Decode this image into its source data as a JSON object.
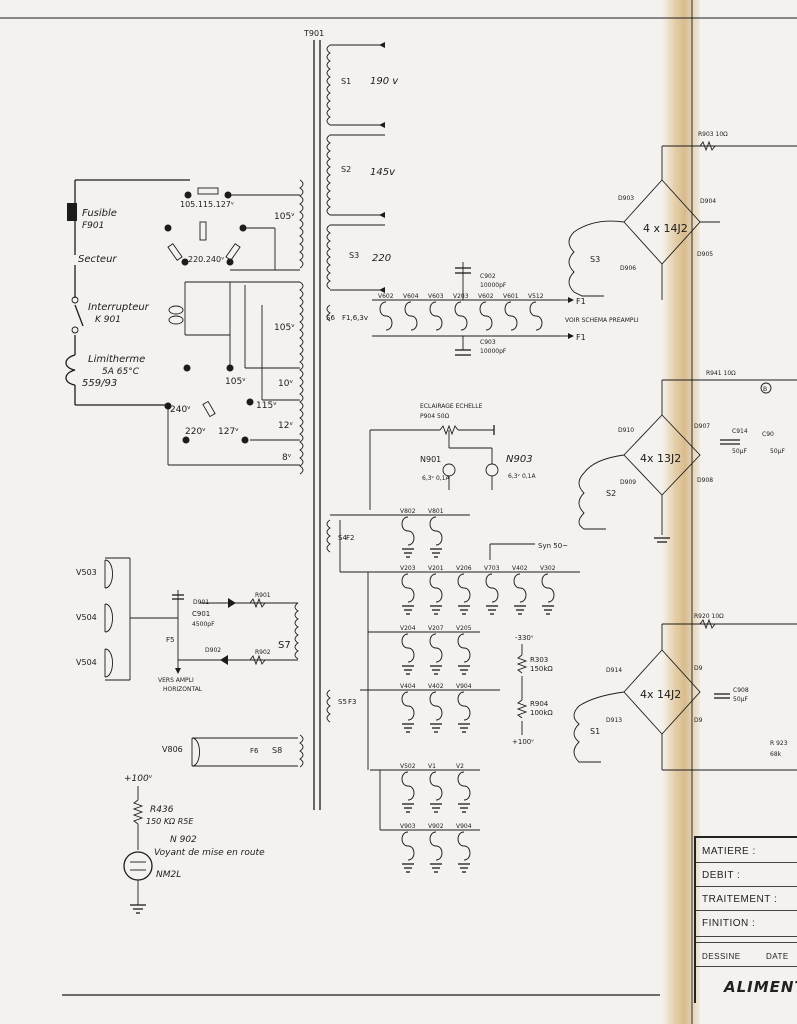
{
  "sheet": {
    "transformer_ref": "T901",
    "fold_visible": true
  },
  "mains": {
    "fuse_label": "Fusible",
    "fuse_ref": "F901",
    "sector_label": "Secteur",
    "switch_label": "Interrupteur",
    "switch_ref": "K 901",
    "limiter_label": "Limitherme",
    "limiter_spec": "5A  65°C",
    "limiter_code": "559/93",
    "selector_top": "105.115.127ᵛ",
    "selector_mid": "220.240ᵛ"
  },
  "primary": {
    "v105_a": "105ᵛ",
    "v105_b": "105ᵛ",
    "v105_c": "105ᵛ",
    "v10": "10ᵛ",
    "v115": "115ᵛ",
    "v12": "12ᵛ",
    "v8": "8ᵛ",
    "v240": "240ᵛ",
    "v220": "220ᵛ",
    "v127": "127ᵛ"
  },
  "secondaries": {
    "s1": "S1",
    "s1_v": "190 v",
    "s2": "S2",
    "s2_v": "145v",
    "s3": "S3",
    "s3_v": "220",
    "s6": "S6",
    "s6_f": "F1,6,3v",
    "s4": "S4",
    "s4_f": "F2",
    "s5": "S5",
    "s5_f": "F3",
    "s8": "S8",
    "s8_f": "F6"
  },
  "filament_row": {
    "tubes": [
      "V602",
      "V604",
      "V603",
      "V203",
      "V602",
      "V601",
      "V512"
    ],
    "f1_out": "F1",
    "f1_ret": "F1",
    "note": "VOIR SCHEMA PREAMPLI",
    "c902": "C902",
    "c902_v": "10000pF",
    "c903": "C903",
    "c903_v": "10000pF"
  },
  "lamps": {
    "title": "ECLAIRAGE ECHELLE",
    "pot": "P904  50Ω",
    "n901": "N901",
    "n901_spec": "6,3ᵛ 0,1A",
    "n903": "N903",
    "n903_spec": "6,3ᵛ 0,1A"
  },
  "heaters2": {
    "row1": [
      "V802",
      "V801"
    ],
    "row2": [
      "V203",
      "V201",
      "V206",
      "V703",
      "V402",
      "V302"
    ],
    "row3": [
      "V204",
      "V207",
      "V205"
    ],
    "syn": "Syn 50~",
    "row4": [
      "V404",
      "V402",
      "V904"
    ],
    "row5": [
      "V502",
      "V1",
      "V2"
    ],
    "row6": [
      "V903",
      "V902",
      "V904"
    ],
    "m330": "-330ᵛ",
    "r303": "R303",
    "r303_v": "150kΩ",
    "r904": "R904",
    "r904_v": "100kΩ",
    "p100": "+100ᵛ"
  },
  "horizontal": {
    "v503": "V503",
    "v504_a": "V504",
    "v504_b": "V504",
    "d901": "D901",
    "r901": "R901",
    "c901": "C901",
    "c901_v": "4500pF",
    "f5": "F5",
    "d902": "D902",
    "r902": "R902",
    "s7": "S7",
    "vers": "VERS AMPLI",
    "vers2": "HORIZONTAL",
    "v806": "V806",
    "f6": "F6",
    "s8": "S8"
  },
  "neon": {
    "supply": "+100ᵛ",
    "r436": "R436",
    "r436_v": "150 KΩ R5E",
    "ref": "N 902",
    "label": "Voyant de mise en route",
    "type": "NM2L"
  },
  "bridges": {
    "b1": "4 x 14J2",
    "b1_d1": "D903",
    "b1_d2": "D904",
    "b1_d3": "D906",
    "b1_d4": "D905",
    "b1_s": "S3",
    "r_top": "R903  10Ω",
    "r941": "R941  10Ω",
    "b2": "4x 13J2",
    "b2_d1": "D910",
    "b2_d2": "D907",
    "b2_d3": "D909",
    "b2_d4": "D908",
    "b2_s": "S2",
    "c914": "C914",
    "c914_v": "50μF",
    "c90x": "C90",
    "c90x_v": "50μF",
    "b3": "4x 14J2",
    "b3_d1": "D914",
    "b3_d2": "D9",
    "b3_d3": "D913",
    "b3_d4": "D9",
    "b3_s": "S1",
    "r920": "R920  10Ω",
    "c908": "C908",
    "c908_v": "50μF",
    "r923": "R 923",
    "r923_v": "68k",
    "b_marker": "B"
  },
  "titleblock": {
    "matiere": "MATIERE :",
    "debit": "DEBIT :",
    "traitement": "TRAITEMENT :",
    "finition": "FINITION :",
    "dessine": "DESSINE",
    "date": "DATE",
    "title": "ALIMENT"
  }
}
